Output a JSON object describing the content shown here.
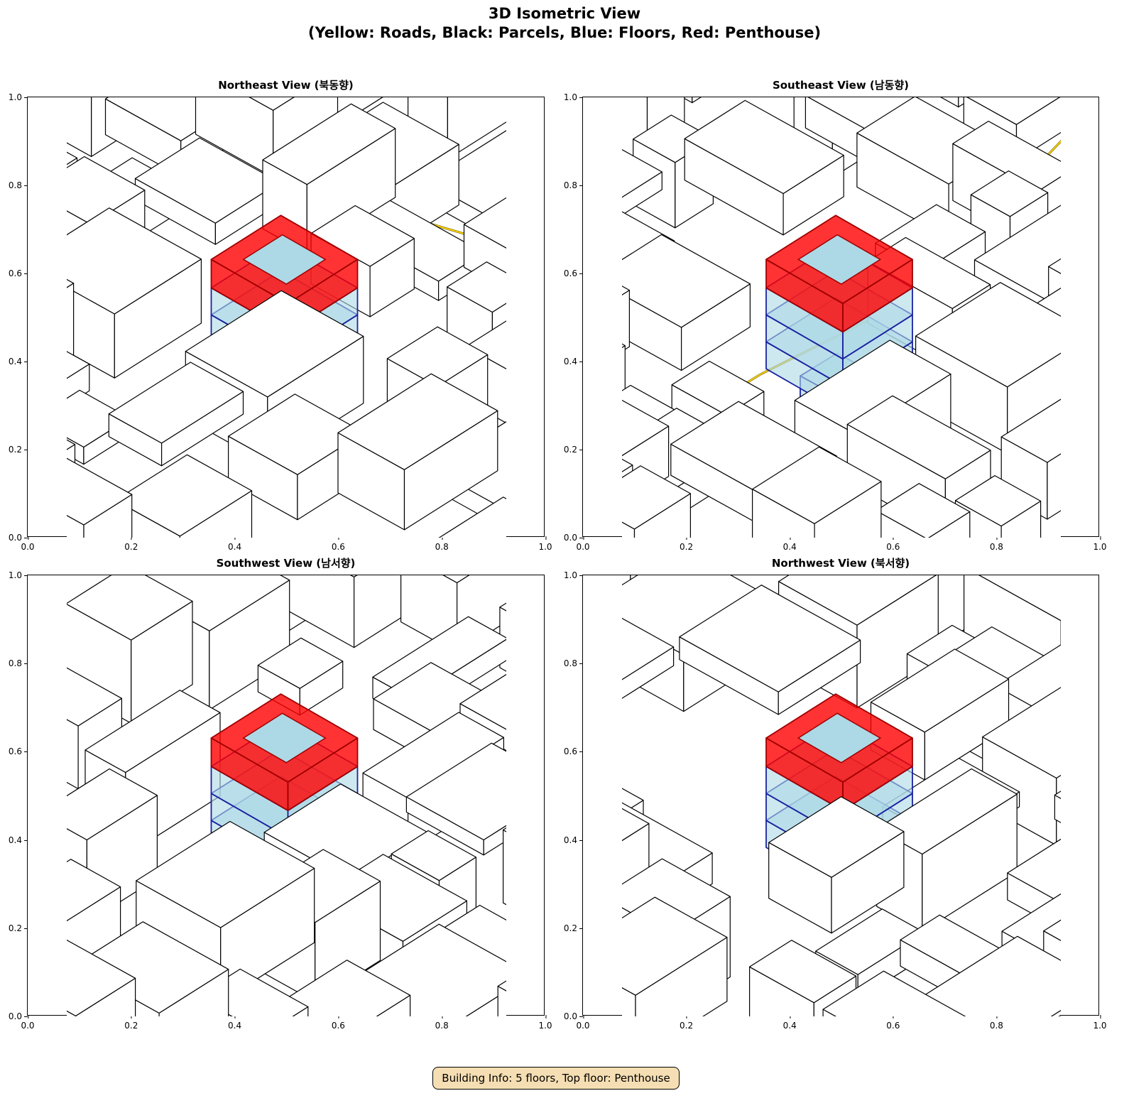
{
  "figure": {
    "title_line1": "3D Isometric View",
    "title_line2": "(Yellow: Roads, Black: Parcels, Blue: Floors, Red: Penthouse)",
    "info_box": "Building Info: 5 floors, Top floor: Penthouse"
  },
  "axes": {
    "xticks": [
      "0.0",
      "0.2",
      "0.4",
      "0.6",
      "0.8",
      "1.0"
    ],
    "yticks": [
      "0.0",
      "0.2",
      "0.4",
      "0.6",
      "0.8",
      "1.0"
    ]
  },
  "panels": [
    {
      "title": "Northeast View (북동향)"
    },
    {
      "title": "Southeast View (남동향)"
    },
    {
      "title": "Southwest View (남서향)"
    },
    {
      "title": "Northwest View (북서향)"
    }
  ],
  "colors": {
    "road": "#ffd700",
    "road_edge": "#6b5a00",
    "parcel": "#000000",
    "floor_fill": "#add8e6",
    "floor_edge": "#1a22a0",
    "penthouse": "#ff0000"
  },
  "building": {
    "floors": 5,
    "top_floor": "Penthouse"
  }
}
